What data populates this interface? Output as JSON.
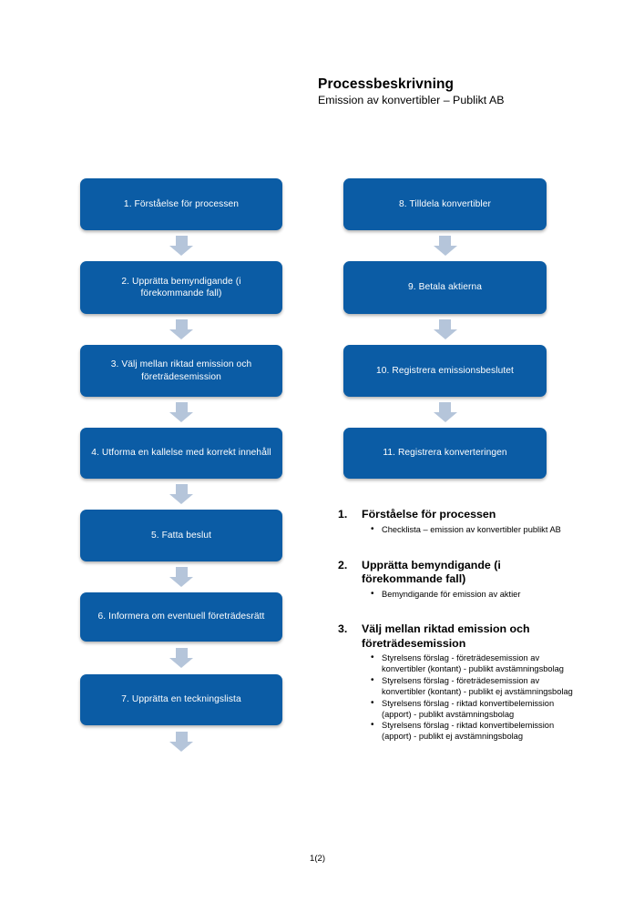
{
  "document": {
    "title": "Processbeskrivning",
    "subtitle": "Emission av konvertibler – Publikt AB",
    "footer": "1(2)"
  },
  "theme": {
    "box_fill": "#0b5ca5",
    "box_text": "#ffffff",
    "arrow_fill": "#b5c5da",
    "page_background": "#ffffff",
    "body_text": "#000000"
  },
  "flowchart": {
    "left_column": [
      {
        "step": "1",
        "label": "1. Förståelse för processen"
      },
      {
        "step": "2",
        "label": "2. Upprätta bemyndigande (i förekommande fall)"
      },
      {
        "step": "3",
        "label": "3. Välj mellan riktad emission och företrädesemission"
      },
      {
        "step": "4",
        "label": "4. Utforma en kallelse med korrekt innehåll"
      },
      {
        "step": "5",
        "label": "5. Fatta beslut"
      },
      {
        "step": "6",
        "label": "6. Informera om eventuell företrädesrätt"
      },
      {
        "step": "7",
        "label": "7. Upprätta en teckningslista"
      }
    ],
    "right_column": [
      {
        "step": "8",
        "label": "8. Tilldela konvertibler"
      },
      {
        "step": "9",
        "label": "9. Betala aktierna"
      },
      {
        "step": "10",
        "label": "10. Registrera emissionsbeslutet"
      },
      {
        "step": "11",
        "label": "11. Registrera konverteringen"
      }
    ]
  },
  "details": [
    {
      "number": "1.",
      "title": "Förståelse för processen",
      "bullets": [
        "Checklista – emission av konvertibler publikt AB"
      ]
    },
    {
      "number": "2.",
      "title": "Upprätta bemyndigande (i förekommande fall)",
      "bullets": [
        "Bemyndigande för emission av aktier"
      ]
    },
    {
      "number": "3.",
      "title": "Välj mellan riktad emission och företrädesemission",
      "bullets": [
        "Styrelsens förslag - företrädesemission av konvertibler (kontant) - publikt avstämningsbolag",
        "Styrelsens förslag - företrädesemission av konvertibler (kontant) - publikt ej avstämningsbolag",
        "Styrelsens förslag - riktad konvertibelemission (apport) - publikt avstämningsbolag",
        "Styrelsens förslag - riktad konvertibelemission (apport) - publikt ej avstämningsbolag"
      ]
    }
  ]
}
